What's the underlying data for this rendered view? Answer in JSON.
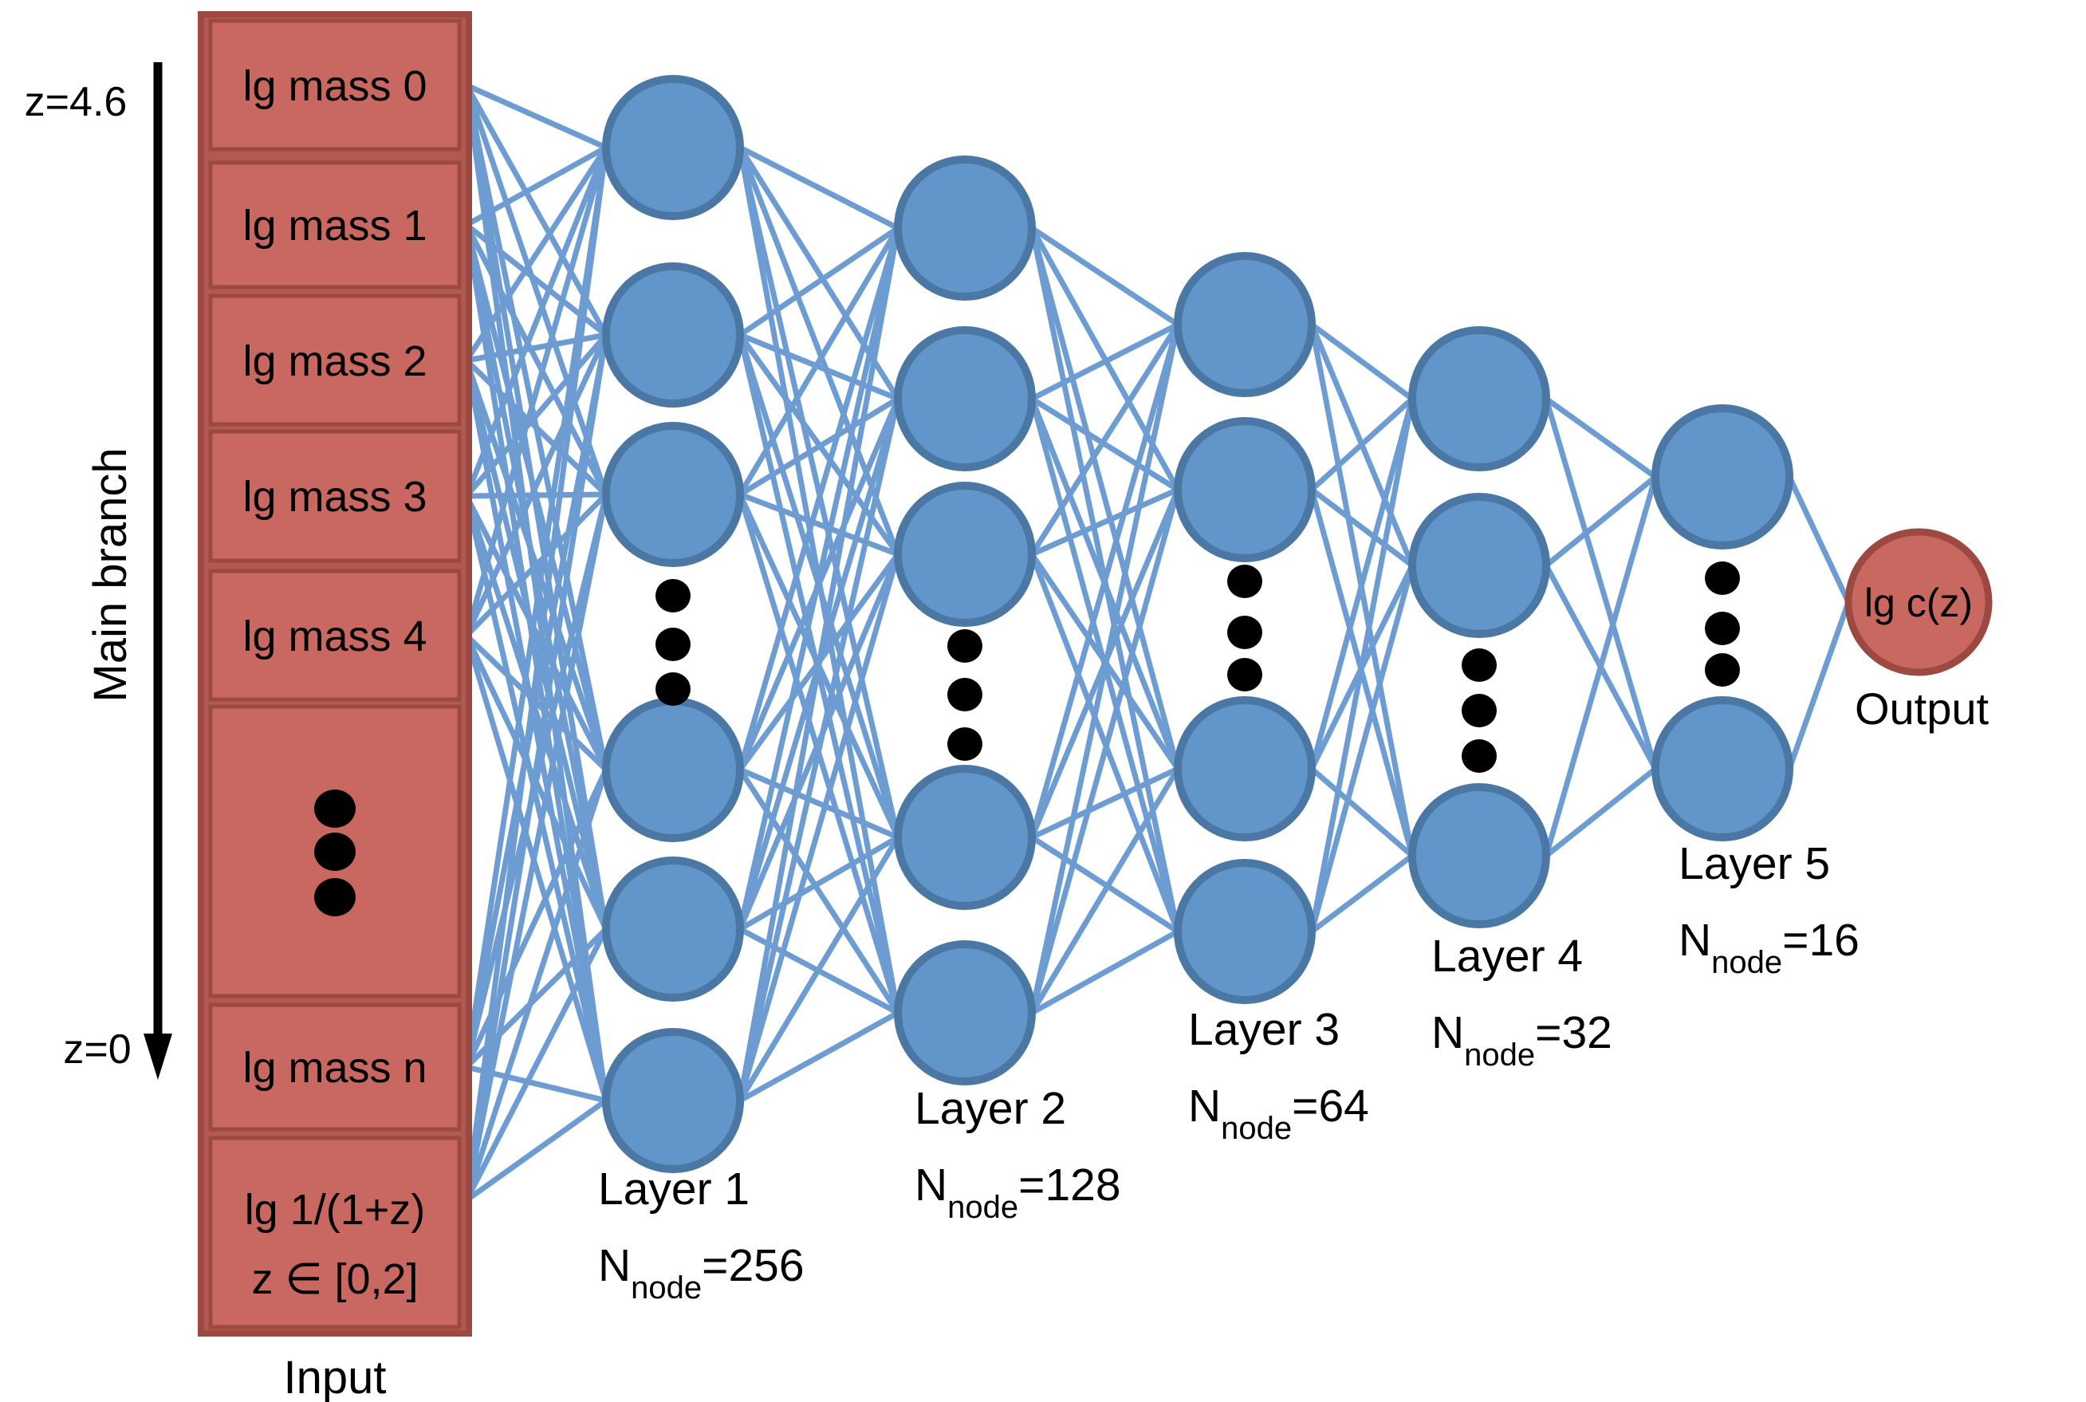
{
  "figure": {
    "timeline": {
      "top_label": "z=4.6",
      "bottom_label": "z=0",
      "axis_label": "Main branch"
    },
    "input_column": {
      "caption": "Input",
      "boxes": [
        {
          "type": "value",
          "label": "lg mass 0"
        },
        {
          "type": "value",
          "label": "lg mass 1"
        },
        {
          "type": "value",
          "label": "lg mass 2"
        },
        {
          "type": "value",
          "label": "lg mass 3"
        },
        {
          "type": "value",
          "label": "lg mass 4"
        },
        {
          "type": "dots"
        },
        {
          "type": "value",
          "label": "lg mass n"
        },
        {
          "type": "value",
          "label": "lg 1/(1+z)",
          "label2": "z ∈ [0,2]"
        }
      ]
    },
    "hidden_layers": [
      {
        "title": "Layer 1",
        "n_prefix": "N",
        "n_sub": "node",
        "n_value": "=256"
      },
      {
        "title": "Layer 2",
        "n_prefix": "N",
        "n_sub": "node",
        "n_value": "=128"
      },
      {
        "title": "Layer 3",
        "n_prefix": "N",
        "n_sub": "node",
        "n_value": "=64"
      },
      {
        "title": "Layer 4",
        "n_prefix": "N",
        "n_sub": "node",
        "n_value": "=32"
      },
      {
        "title": "Layer 5",
        "n_prefix": "N",
        "n_sub": "node",
        "n_value": "=16"
      }
    ],
    "output": {
      "node_label": "lg c(z)",
      "caption": "Output"
    },
    "colors": {
      "node_fill": "#6295c9",
      "node_stroke": "#4a77a4",
      "connection": "#6c9cd2",
      "input_fill": "#c96860",
      "input_stroke": "#9c4a41",
      "input_frame_fill": "#b25a51",
      "dot": "#000000",
      "text": "#000000"
    }
  }
}
